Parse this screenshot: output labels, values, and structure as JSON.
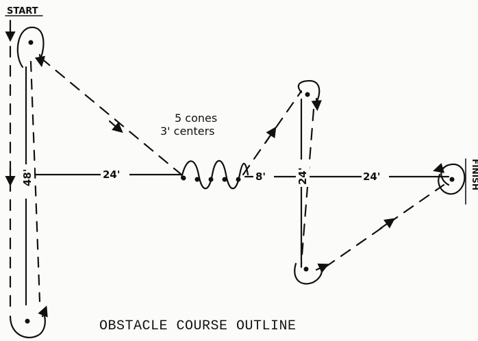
{
  "labels": {
    "start": "START",
    "finish": "FINISH",
    "cones_line1": "5 cones",
    "cones_line2": "3' centers",
    "dist_vertical_left": "48'",
    "dist_first_horizontal": "24'",
    "dist_after_cones": "8'",
    "dist_vertical_right": "24'",
    "dist_to_finish": "24'"
  },
  "caption": "OBSTACLE COURSE OUTLINE",
  "colors": {
    "ink": "#111111",
    "paper": "#fbfbfa"
  }
}
